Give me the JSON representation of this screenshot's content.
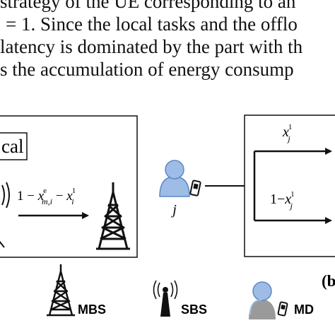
{
  "paragraph": {
    "lines": [
      "strategy of the UE corresponding to an",
      "= 1. Since the local tasks and the offlo",
      "latency is dominated by the part with th",
      "s the accumulation of energy consump"
    ]
  },
  "figure": {
    "left_panel": {
      "title_fragment": "cal",
      "arrow_label": {
        "lead": "1 − ",
        "var1": "x",
        "var1_sup": "e",
        "var1_sub": "m,i",
        "minus": " − ",
        "var2": "x",
        "var2_sup": "1",
        "var2_sub": "i"
      }
    },
    "middle": {
      "node_label": "j"
    },
    "right_panel": {
      "upper_label": {
        "var": "x",
        "sup": "1",
        "sub": "j"
      },
      "lower_label": {
        "lead": "1−",
        "var": "x",
        "sup": "1",
        "sub": "j"
      }
    },
    "subfigure_tag": "(b",
    "legend": [
      {
        "icon": "mbs-tower-icon",
        "label": "MBS"
      },
      {
        "icon": "sbs-antenna-icon",
        "label": "SBS"
      },
      {
        "icon": "md-user-phone-icon",
        "label": "MD"
      }
    ]
  },
  "colors": {
    "ink": "#111111",
    "user_blue": "#9dbde6",
    "user_blue_stroke": "#5d86c4",
    "user_gray": "#9a9a9a"
  }
}
